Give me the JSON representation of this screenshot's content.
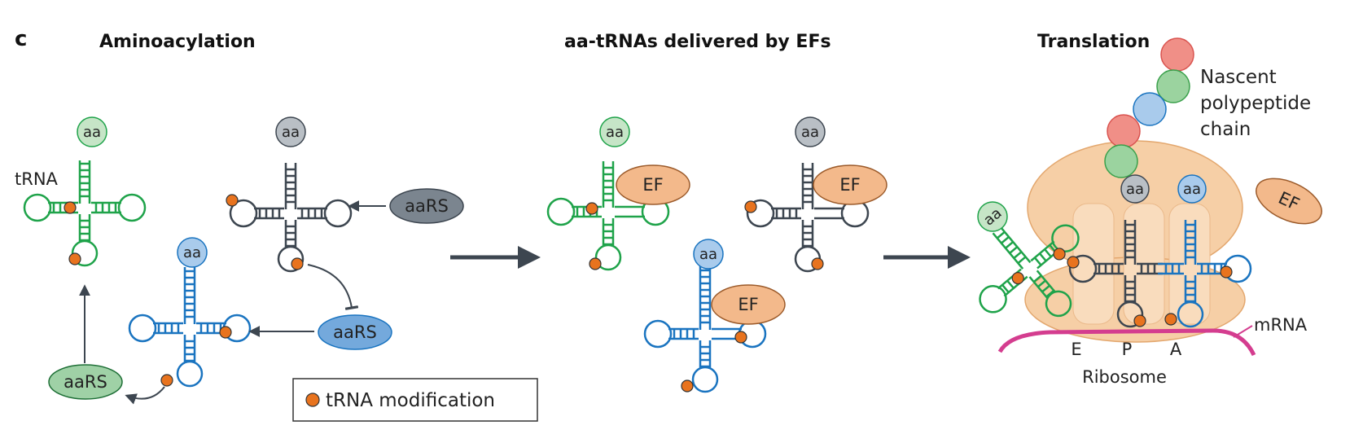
{
  "panel_letter": "c",
  "titles": {
    "aminoacylation": "Aminoacylation",
    "delivery": "aa-tRNAs delivered by EFs",
    "translation": "Translation"
  },
  "labels": {
    "trna": "tRNA",
    "aa": "aa",
    "aars": "aaRS",
    "ef": "EF",
    "polypeptide_line1": "Nascent",
    "polypeptide_line2": "polypeptide",
    "polypeptide_line3": "chain",
    "mrna": "mRNA",
    "ribosome": "Ribosome",
    "site_e": "E",
    "site_p": "P",
    "site_a": "A"
  },
  "legend": {
    "modification_label": "tRNA modification"
  },
  "colors": {
    "green": "#1fa34a",
    "blue": "#1a74c0",
    "gray": "#3d4650",
    "modification": "#e8731e",
    "ef_fill": "#f3b98b",
    "ribosome_fill": "#f6cfa6",
    "mrna": "#d43d8f",
    "aars_green": "#9fd1a6",
    "aars_blue": "#74a9dc",
    "aars_gray": "#7b858f"
  }
}
